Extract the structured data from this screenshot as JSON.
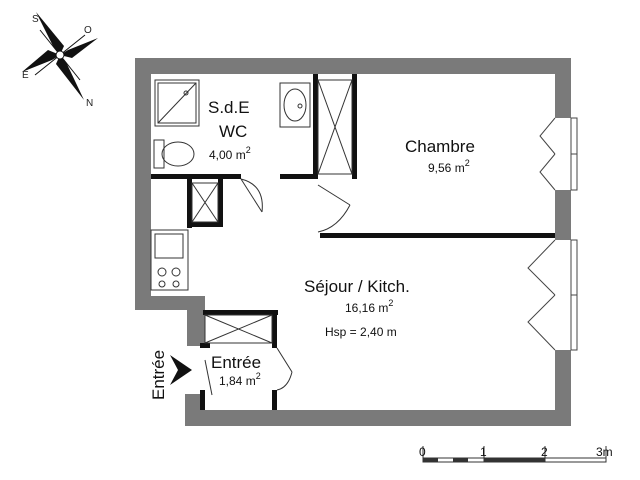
{
  "rooms": {
    "sde": {
      "name_line1": "S.d.E",
      "name_line2": "WC",
      "area": "4,00 m",
      "area_exp": "2"
    },
    "chambre": {
      "name": "Chambre",
      "area": "9,56 m",
      "area_exp": "2"
    },
    "sejour": {
      "name": "Séjour / Kitch.",
      "area": "16,16 m",
      "area_exp": "2",
      "height_note": "Hsp = 2,40 m"
    },
    "entree": {
      "name": "Entrée",
      "area": "1,84 m",
      "area_exp": "2"
    }
  },
  "entrance_label": "Entrée",
  "compass": {
    "labels": [
      "S",
      "O",
      "E",
      "N"
    ]
  },
  "scale": {
    "ticks": [
      "0",
      "1",
      "2",
      "3m"
    ]
  },
  "colors": {
    "wall": "#7a7a7a",
    "wall_dark": "#111111",
    "line": "#333333"
  }
}
